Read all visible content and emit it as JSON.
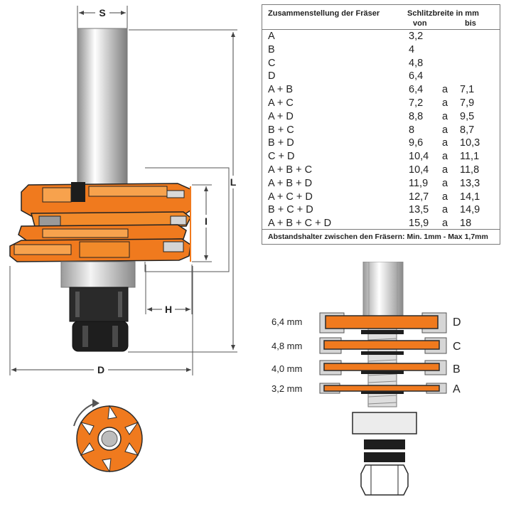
{
  "dimensions": {
    "s": "S",
    "l": "L",
    "i": "I",
    "h": "H",
    "d": "D"
  },
  "table": {
    "header_name": "Zusammenstellung der Fräser",
    "header_width": "Schlitzbreite in mm",
    "header_von": "von",
    "header_bis": "bis",
    "rows": [
      {
        "combo": "A",
        "von": "3,2",
        "a": "",
        "bis": ""
      },
      {
        "combo": "B",
        "von": "4",
        "a": "",
        "bis": ""
      },
      {
        "combo": "C",
        "von": "4,8",
        "a": "",
        "bis": ""
      },
      {
        "combo": "D",
        "von": "6,4",
        "a": "",
        "bis": ""
      },
      {
        "combo": "A + B",
        "von": "6,4",
        "a": "a",
        "bis": "7,1"
      },
      {
        "combo": "A + C",
        "von": "7,2",
        "a": "a",
        "bis": "7,9"
      },
      {
        "combo": "A + D",
        "von": "8,8",
        "a": "a",
        "bis": "9,5"
      },
      {
        "combo": "B + C",
        "von": "8",
        "a": "a",
        "bis": "8,7"
      },
      {
        "combo": "B + D",
        "von": "9,6",
        "a": "a",
        "bis": "10,3"
      },
      {
        "combo": "C + D",
        "von": "10,4",
        "a": "a",
        "bis": "11,1"
      },
      {
        "combo": "A + B + C",
        "von": "10,4",
        "a": "a",
        "bis": "11,8"
      },
      {
        "combo": "A + B + D",
        "von": "11,9",
        "a": "a",
        "bis": "13,3"
      },
      {
        "combo": "A + C + D",
        "von": "12,7",
        "a": "a",
        "bis": "14,1"
      },
      {
        "combo": "B + C + D",
        "von": "13,5",
        "a": "a",
        "bis": "14,9"
      },
      {
        "combo": "A + B + C + D",
        "von": "15,9",
        "a": "a",
        "bis": "18"
      }
    ],
    "footer": "Abstandshalter zwischen den Fräsern: Min. 1mm - Max 1,7mm"
  },
  "cutters": [
    {
      "size": "6,4 mm",
      "letter": "D"
    },
    {
      "size": "4,8 mm",
      "letter": "C"
    },
    {
      "size": "4,0 mm",
      "letter": "B"
    },
    {
      "size": "3,2 mm",
      "letter": "A"
    }
  ],
  "colors": {
    "orange": "#f07a1e",
    "gray": "#d4d4d4",
    "dark": "#2a2a2a"
  }
}
